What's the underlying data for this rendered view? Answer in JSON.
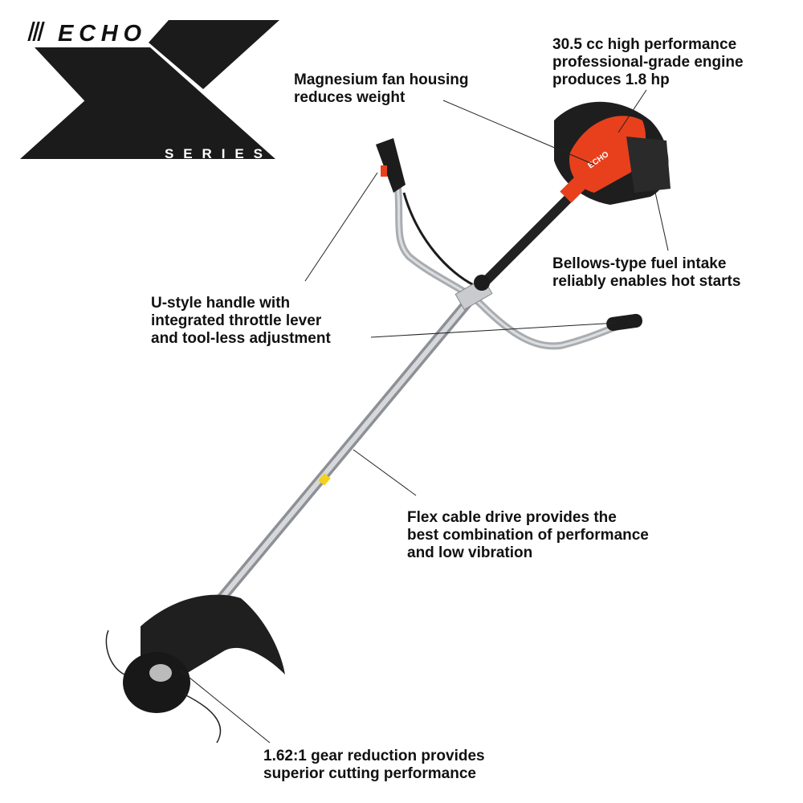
{
  "logo": {
    "brand": "ECHO",
    "mark": "X",
    "series": "SERIES"
  },
  "callouts": {
    "engine": [
      "30.5 cc high performance",
      "professional-grade engine",
      "produces 1.8 hp"
    ],
    "fan_housing": [
      "Magnesium fan housing",
      "reduces weight"
    ],
    "fuel_intake": [
      "Bellows-type fuel intake",
      "reliably enables hot starts"
    ],
    "handle": [
      "U-style handle with",
      "integrated throttle lever",
      "and tool-less adjustment"
    ],
    "drive": [
      "Flex cable drive provides the",
      "best combination of performance",
      "and low vibration"
    ],
    "gear": [
      "1.62:1 gear reduction provides",
      "superior cutting performance"
    ]
  },
  "colors": {
    "engine": "#e8401c",
    "shaft": "#b9bcc0",
    "dark": "#1a1a1a"
  }
}
